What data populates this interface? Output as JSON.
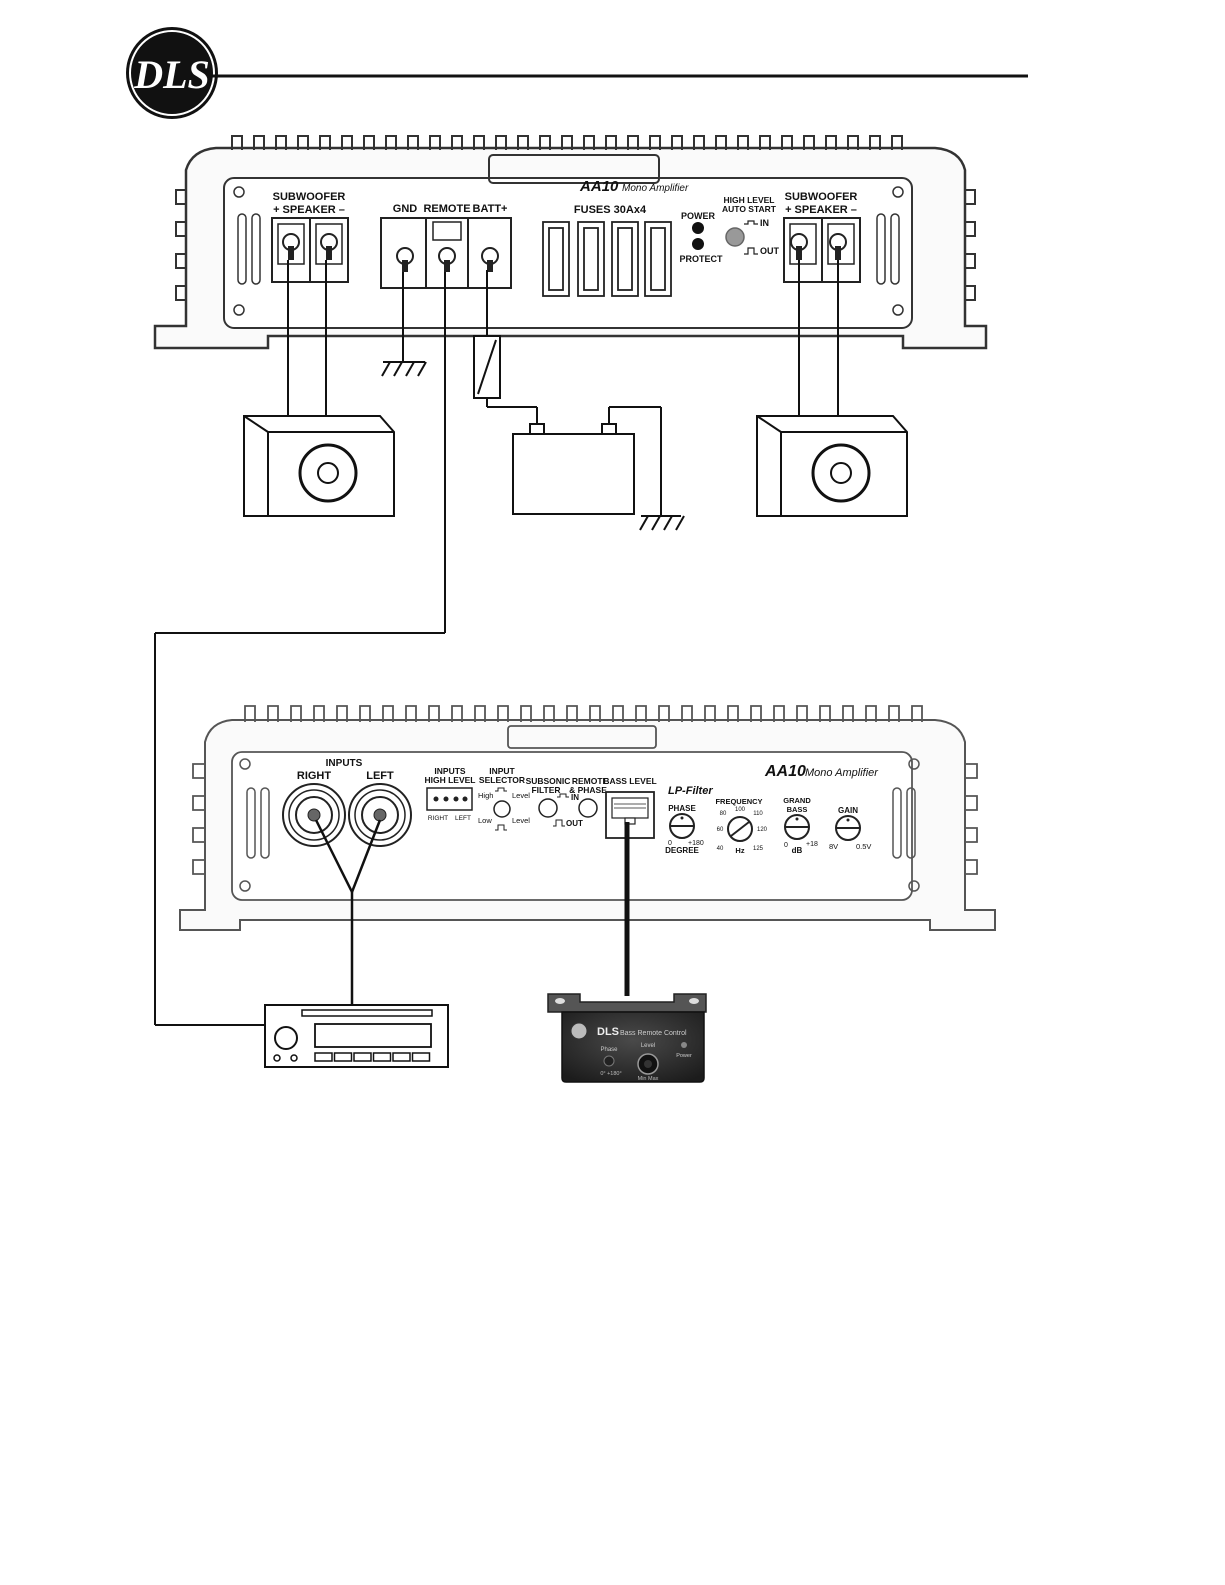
{
  "logo": {
    "text": "DLS"
  },
  "top_amp": {
    "model": "AA10",
    "model_sub": "Mono Amplifier",
    "left_terminal": {
      "line1": "SUBWOOFER",
      "line2": "+ SPEAKER –"
    },
    "power_terminals": [
      "GND",
      "REMOTE",
      "BATT+"
    ],
    "fuses_label": "FUSES 30Ax4",
    "leds": {
      "power": "POWER",
      "protect": "PROTECT"
    },
    "auto_start": {
      "line1": "HIGH LEVEL",
      "line2": "AUTO START",
      "in": "IN",
      "out": "OUT"
    },
    "right_terminal": {
      "line1": "SUBWOOFER",
      "line2": "+ SPEAKER –"
    }
  },
  "bottom_amp": {
    "model": "AA10",
    "model_sub": "Mono Amplifier",
    "inputs": {
      "title": "INPUTS",
      "right": "RIGHT",
      "left": "LEFT"
    },
    "inputs_high": {
      "line1": "INPUTS",
      "line2": "HIGH LEVEL",
      "right": "RIGHT",
      "left": "LEFT"
    },
    "input_selector": {
      "line1": "INPUT",
      "line2": "SELECTOR",
      "high": "High",
      "low": "Low",
      "level1": "Level",
      "level2": "Level"
    },
    "subsonic": {
      "line1": "SUBSONIC",
      "line2": "FILTER"
    },
    "remote_phase": {
      "line1": "REMOTE",
      "line2": "& PHASE",
      "in": "IN",
      "out": "OUT"
    },
    "bass_level": "BASS LEVEL",
    "lp_filter": "LP-Filter",
    "phase": {
      "title": "PHASE",
      "min": "0",
      "max": "+180",
      "unit": "DEGREE"
    },
    "frequency": {
      "title": "FREQUENCY",
      "ticks": [
        "40",
        "60",
        "80",
        "100",
        "110",
        "120",
        "125"
      ],
      "unit": "Hz"
    },
    "grand_bass": {
      "line1": "GRAND",
      "line2": "BASS",
      "min": "0",
      "max": "+18",
      "unit": "dB"
    },
    "gain": {
      "title": "GAIN",
      "min": "8V",
      "max": "0.5V"
    }
  },
  "remote_control": {
    "brand": "DLS",
    "title": "Bass Remote Control",
    "phase": "Phase",
    "level": "Level",
    "power": "Power",
    "phase_range": "0°  +180°",
    "level_range": "Min  Max"
  }
}
